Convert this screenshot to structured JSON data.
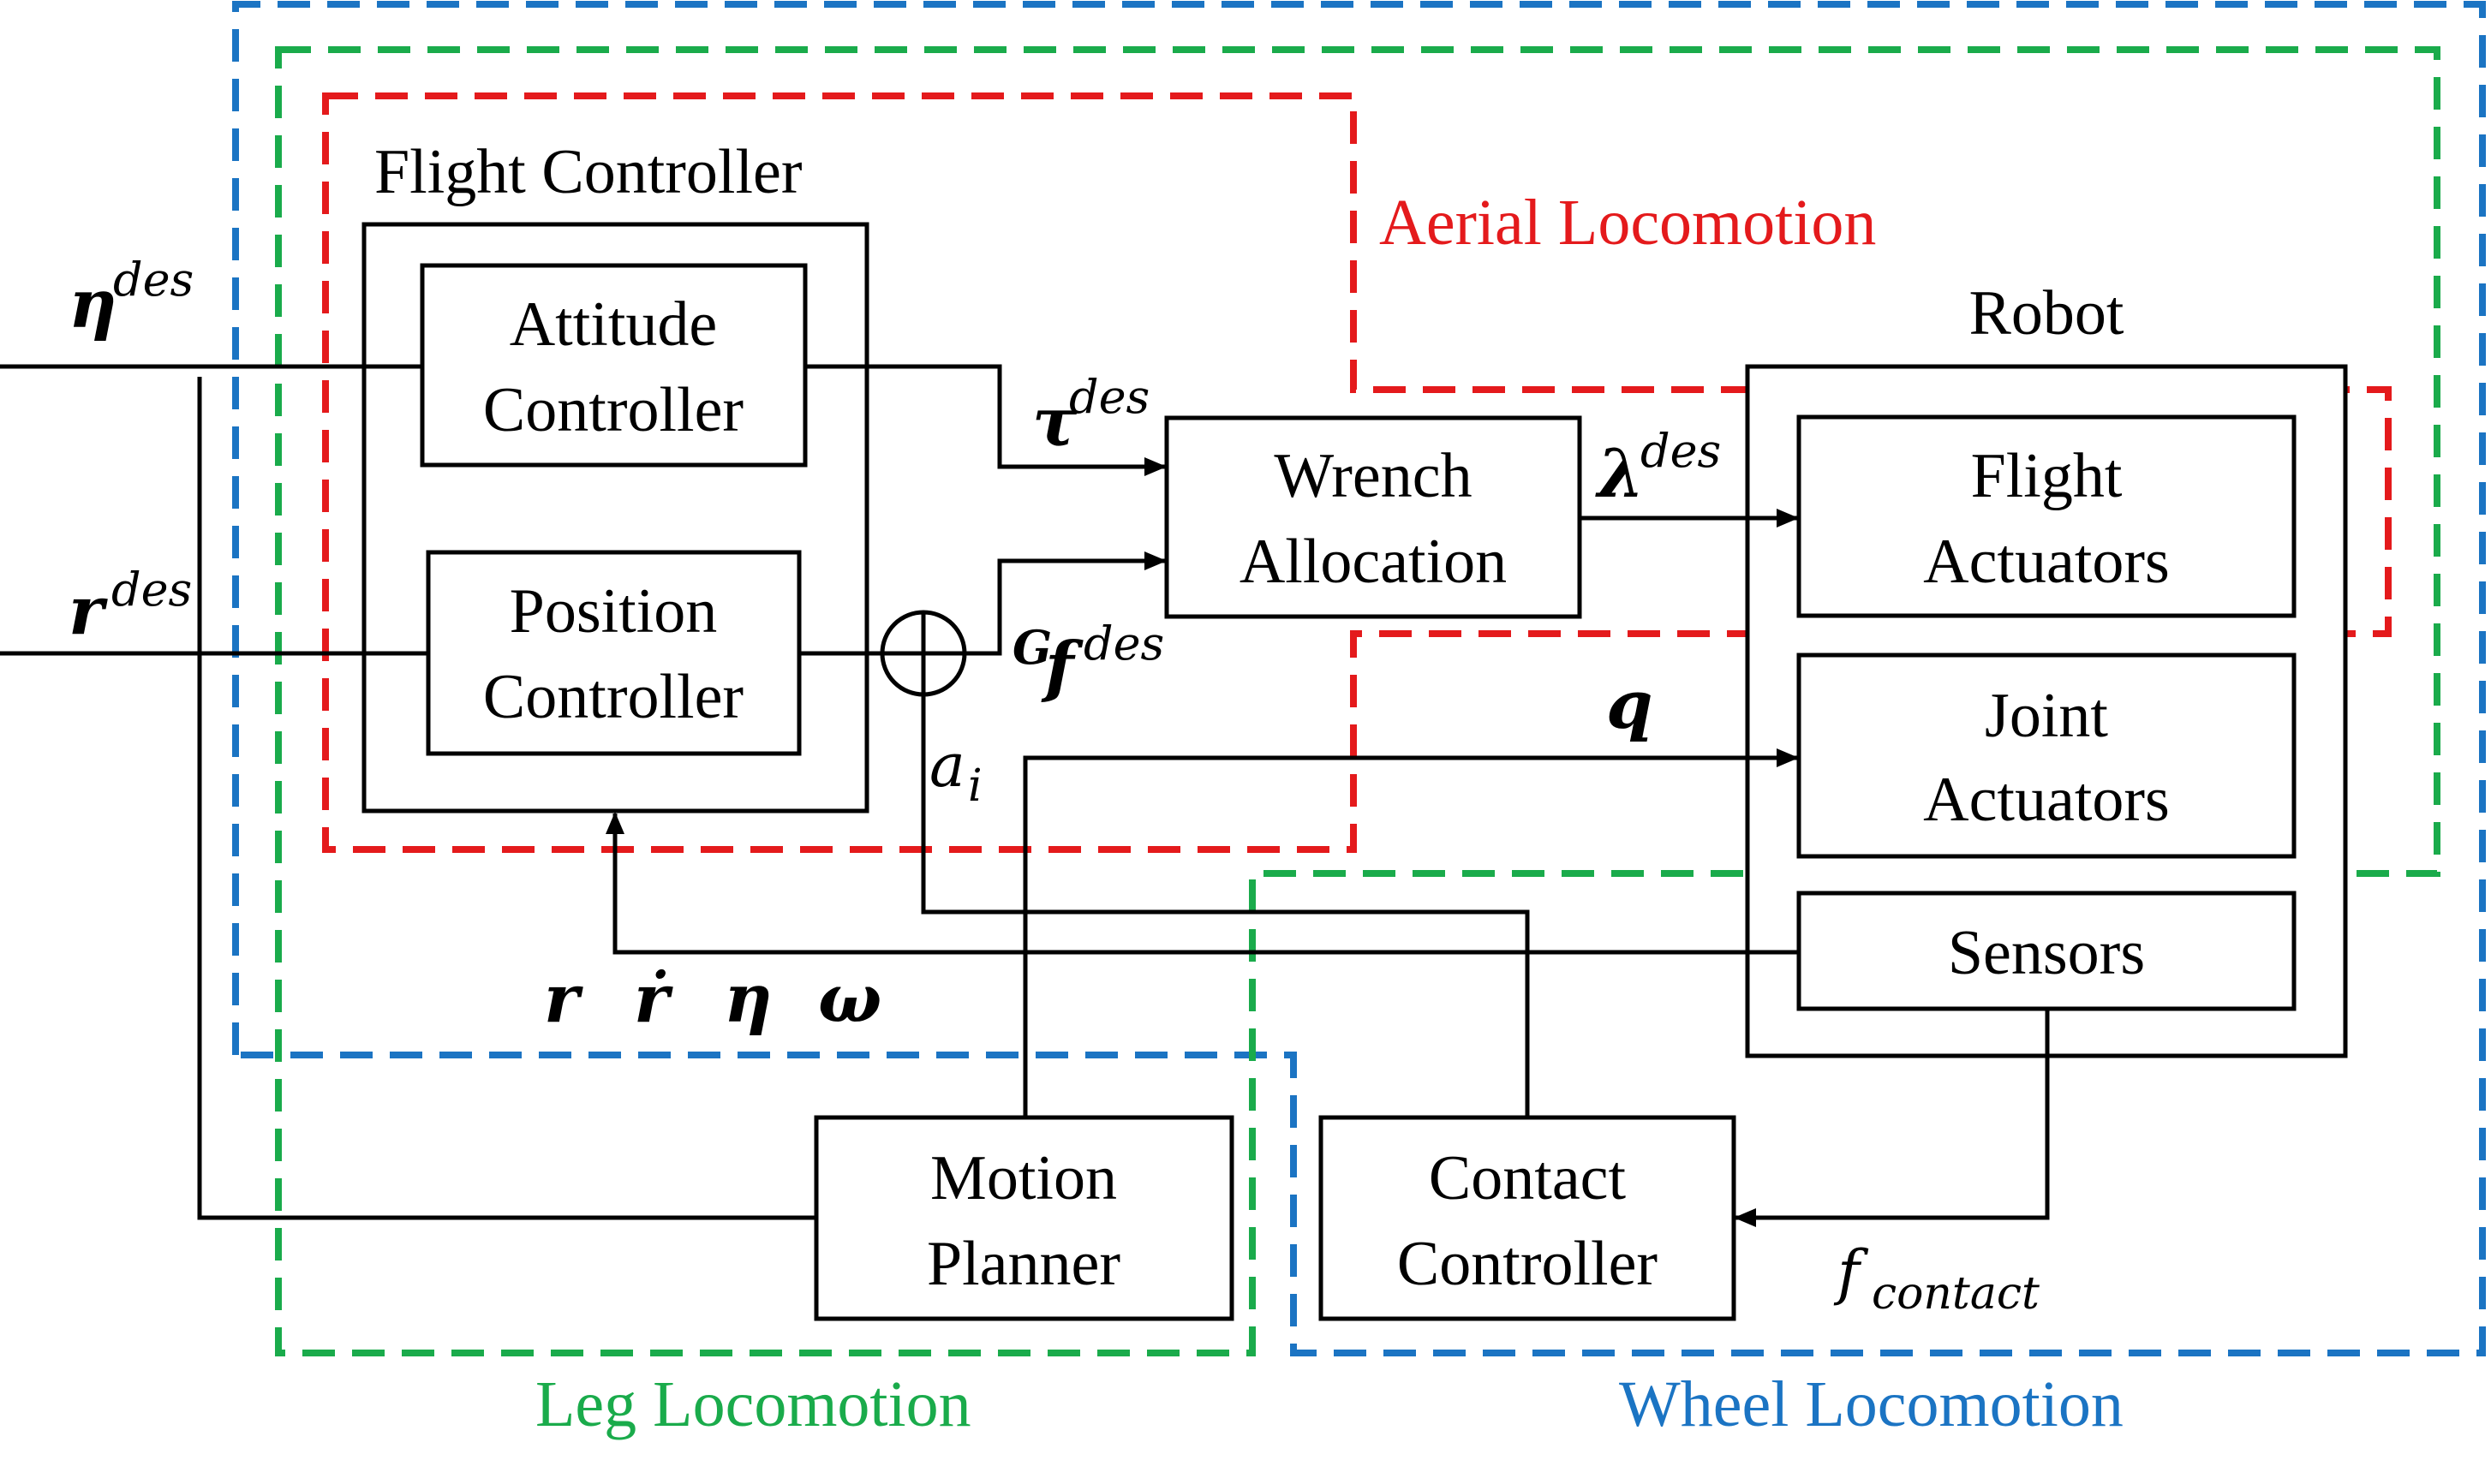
{
  "colors": {
    "aerial": "#e41a1c",
    "leg": "#1aab4b",
    "wheel": "#1b74c3",
    "line": "#000000"
  },
  "groups": {
    "aerial": "Aerial Locomotion",
    "leg": "Leg Locomotion",
    "wheel": "Wheel Locomotion"
  },
  "blocks": {
    "flight_controller": "Flight Controller",
    "attitude_controller": [
      "Attitude",
      "Controller"
    ],
    "position_controller": [
      "Position",
      "Controller"
    ],
    "wrench_allocation": [
      "Wrench",
      "Allocation"
    ],
    "robot": "Robot",
    "flight_actuators": [
      "Flight",
      "Actuators"
    ],
    "joint_actuators": [
      "Joint",
      "Actuators"
    ],
    "sensors": "Sensors",
    "motion_planner": [
      "Motion",
      "Planner"
    ],
    "contact_controller": [
      "Contact",
      "Controller"
    ]
  },
  "signals": {
    "eta_des": {
      "symbol": "η",
      "sup": "des"
    },
    "r_des": {
      "symbol": "r",
      "sup": "des"
    },
    "tau_des": {
      "symbol": "τ",
      "sup": "des"
    },
    "lambda_des": {
      "symbol": "λ",
      "sup": "des"
    },
    "f_des": {
      "pre": "G",
      "symbol": "f",
      "sup": "des"
    },
    "q": "q",
    "a_i": {
      "symbol": "a",
      "sub": "i"
    },
    "feedback": [
      "r",
      "ṙ",
      "η",
      "ω"
    ],
    "f_contact": {
      "symbol": "f",
      "sub": "contact"
    }
  }
}
